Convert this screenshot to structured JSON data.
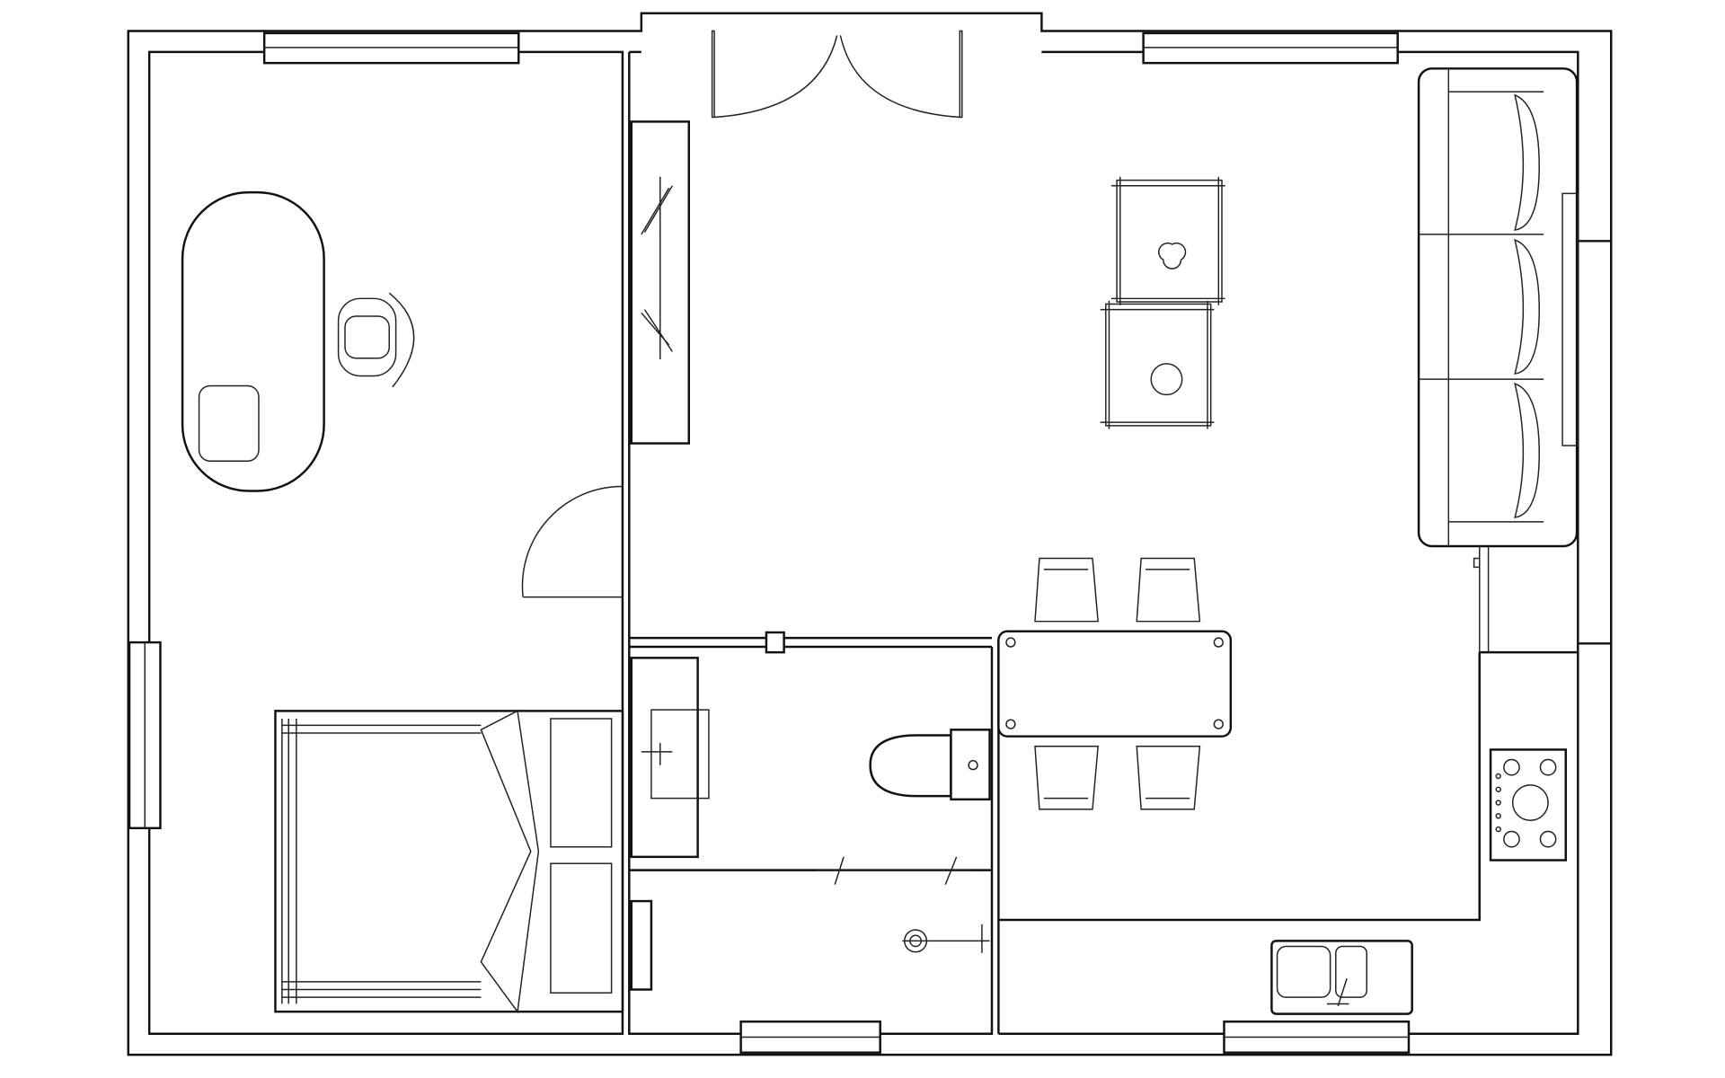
{
  "diagram": {
    "type": "floor-plan",
    "line_color": "#111111",
    "background": "#ffffff",
    "rooms": [
      "bedroom",
      "living-room",
      "bathroom",
      "kitchen-dining"
    ]
  }
}
